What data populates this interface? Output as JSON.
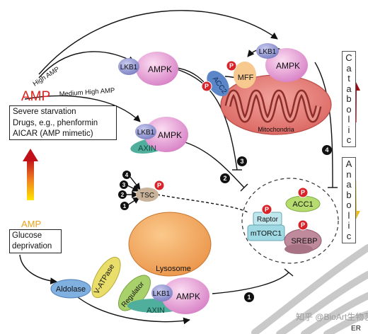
{
  "amp_signal": {
    "high_amp": "High AMP",
    "medium_high_amp": "Medium High AMP",
    "amp_large": "AMP",
    "amp_small": "AMP",
    "conditions": [
      "Severe starvation",
      "Drugs, e.g., phenformin",
      "AICAR (AMP mimetic)"
    ],
    "glucose": [
      "Glucose",
      "deprivation"
    ]
  },
  "proteins": {
    "lkb1": "LKB1",
    "ampk": "AMPK",
    "axin": "AXIN",
    "acc2": "ACC2",
    "mff": "MFF",
    "tsc": "TSC",
    "acc1": "ACC1",
    "raptor": "Raptor",
    "mtorc1": "mTORC1",
    "srebp": "SREBP",
    "aldolase": "Aldolase",
    "v_atpase": "V-ATPase",
    "regulator": "Regulator",
    "phospho": "P"
  },
  "organelles": {
    "mitochondria": "Mitochondria",
    "lysosome": "Lysosome",
    "er": "ER"
  },
  "pathway_numbers": {
    "one": "1",
    "two": "2",
    "three": "3",
    "four": "4"
  },
  "side_labels": {
    "catabolic": [
      "C",
      "a",
      "t",
      "a",
      "b",
      "o",
      "l",
      "i",
      "c"
    ],
    "anabolic": [
      "A",
      "n",
      "a",
      "b",
      "o",
      "l",
      "i",
      "c"
    ]
  },
  "watermark": "知乎 @BioArt生物艺术",
  "colors": {
    "amp_red": "#e0201c",
    "lkb1_purple": "#8f93cf",
    "ampk_pink": "#e8a1d6",
    "axin_teal": "#4fae9c",
    "acc2_blue": "#5b86c8",
    "mff_peach": "#f7c98f",
    "mito_red": "#e27b76",
    "tsc_tan": "#c9b39b",
    "acc1_green": "#b6dc70",
    "mtorc1_aqua": "#9fd9e3",
    "srebp_mauve": "#bf8a9b",
    "phospho_red": "#d8232a",
    "lysosome_orange": "#f2a960",
    "vatpase_yellow": "#e9de6a",
    "regulator_green": "#a8d06b",
    "aldolase_blue": "#7fb0e0"
  }
}
